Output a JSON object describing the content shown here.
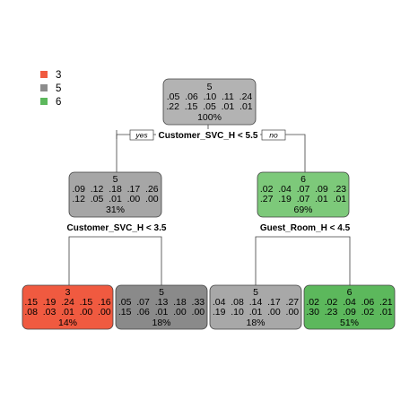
{
  "legend": [
    {
      "label": "3",
      "color": "#f05a40"
    },
    {
      "label": "5",
      "color": "#8c8c8c"
    },
    {
      "label": "6",
      "color": "#5cb85c"
    }
  ],
  "branch_tags": {
    "yes": "yes",
    "no": "no"
  },
  "nodes": [
    {
      "id": "root",
      "cls": "5",
      "fill": "#b3b3b3",
      "row1": ".05  .06  .10  .11  .24",
      "row2": ".22  .15  .05  .01  .01",
      "pct": "100%"
    },
    {
      "id": "left",
      "cls": "5",
      "fill": "#a6a6a6",
      "row1": ".09  .12  .18  .17  .26",
      "row2": ".12  .05  .01  .00  .00",
      "pct": "31%"
    },
    {
      "id": "right",
      "cls": "6",
      "fill": "#7dc97a",
      "row1": ".02  .04  .07  .09  .23",
      "row2": ".27  .19  .07  .01  .01",
      "pct": "69%"
    },
    {
      "id": "leaf1",
      "cls": "3",
      "fill": "#f05a40",
      "row1": ".15  .19  .24  .15  .16",
      "row2": ".08  .03  .01  .00  .00",
      "pct": "14%"
    },
    {
      "id": "leaf2",
      "cls": "5",
      "fill": "#8a8a8a",
      "row1": ".05  .07  .13  .18  .33",
      "row2": ".15  .06  .01  .00  .00",
      "pct": "18%"
    },
    {
      "id": "leaf3",
      "cls": "5",
      "fill": "#a8a8a8",
      "row1": ".04  .08  .14  .17  .27",
      "row2": ".19  .10  .01  .00  .00",
      "pct": "18%"
    },
    {
      "id": "leaf4",
      "cls": "6",
      "fill": "#5cb85c",
      "row1": ".02  .02  .04  .06  .21",
      "row2": ".30  .23  .09  .02  .01",
      "pct": "51%"
    }
  ],
  "splits": [
    {
      "id": "root",
      "text": "Customer_SVC_H < 5.5"
    },
    {
      "id": "left",
      "text": "Customer_SVC_H < 3.5"
    },
    {
      "id": "right",
      "text": "Guest_Room_H < 4.5"
    }
  ]
}
